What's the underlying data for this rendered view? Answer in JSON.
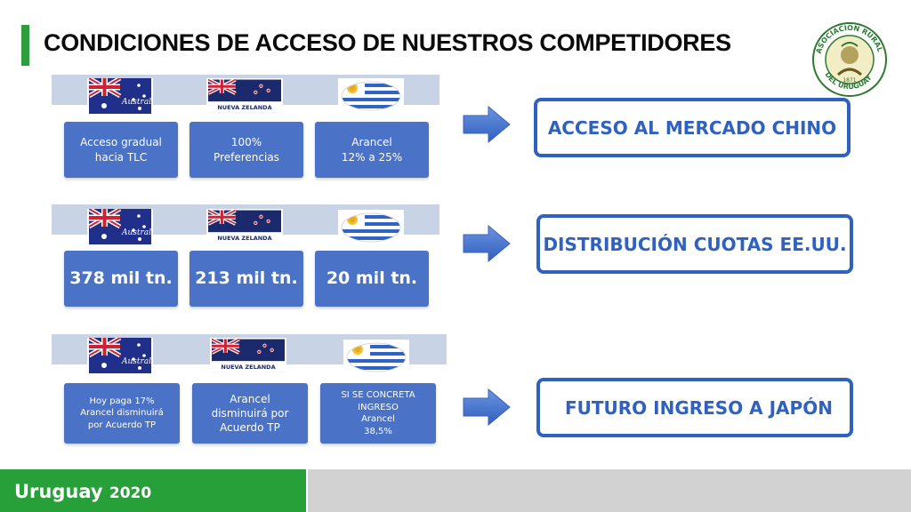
{
  "title": "CONDICIONES DE ACCESO DE NUESTROS COMPETIDORES",
  "logo": {
    "text": "ASOCIACION RURAL DEL URUGUAY",
    "year": "1871"
  },
  "flags": {
    "australia": "Australia",
    "nueva_zelanda": "NUEVA ZELANDA"
  },
  "rows": [
    {
      "boxes": [
        {
          "lines": [
            "Acceso gradual",
            "hacia TLC"
          ]
        },
        {
          "lines": [
            "100%",
            "Preferencias"
          ]
        },
        {
          "lines": [
            "Arancel",
            "12% a 25%"
          ]
        }
      ],
      "target": "ACCESO AL MERCADO CHINO"
    },
    {
      "boxes": [
        {
          "lines": [
            "378 mil tn."
          ]
        },
        {
          "lines": [
            "213 mil tn."
          ]
        },
        {
          "lines": [
            "20 mil tn."
          ]
        }
      ],
      "target": "DISTRIBUCIÓN CUOTAS EE.UU."
    },
    {
      "boxes": [
        {
          "lines": [
            "Hoy paga 17%",
            "Arancel disminuirá",
            "por Acuerdo TP"
          ]
        },
        {
          "lines": [
            "Arancel",
            "disminuirá por",
            "Acuerdo TP"
          ]
        },
        {
          "lines": [
            "SI SE CONCRETA",
            "INGRESO",
            "Arancel",
            "38,5%"
          ]
        }
      ],
      "target": "FUTURO INGRESO A JAPÓN"
    }
  ],
  "footer": {
    "brand": "Uruguay",
    "year": "2020"
  },
  "colors": {
    "accent_green": "#28a03a",
    "box_blue": "#4a72c6",
    "target_blue": "#2f62c0",
    "strip": "#c9d3e6"
  }
}
